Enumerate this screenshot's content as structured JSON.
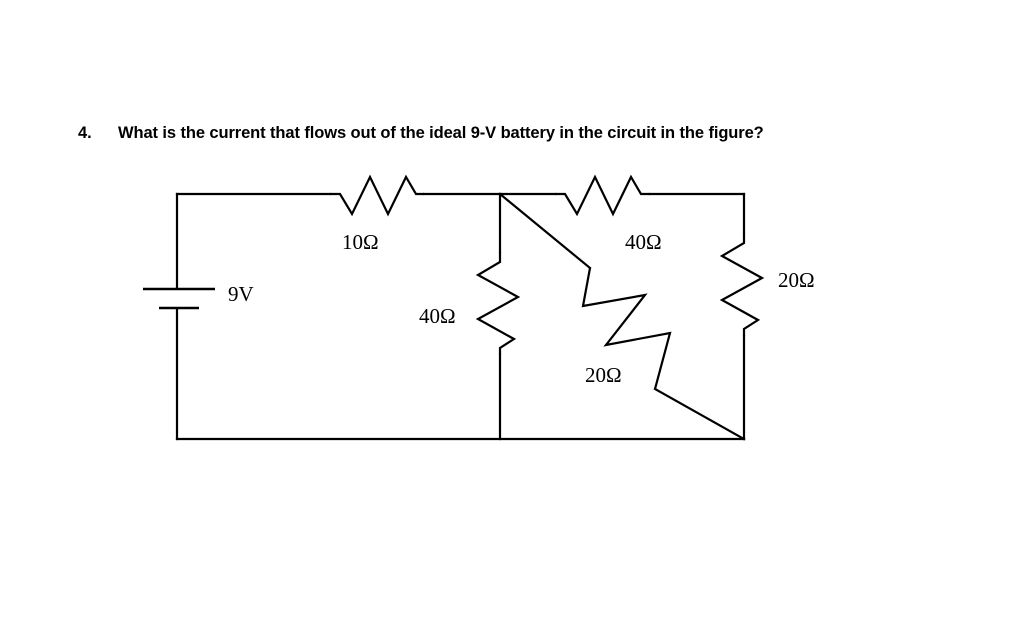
{
  "question": {
    "number": "4.",
    "text": "What is the current that flows out of the ideal 9-V battery in the circuit in the figure?"
  },
  "figure": {
    "name": "resistor-network-circuit",
    "source_label": "9V",
    "components": [
      {
        "id": "battery",
        "type": "battery",
        "label": "9V",
        "orientation": "vertical",
        "position": "left-branch"
      },
      {
        "id": "r-top-left",
        "type": "resistor",
        "label": "10Ω",
        "orientation": "horizontal",
        "position": "top-wire-left"
      },
      {
        "id": "r-middle",
        "type": "resistor",
        "label": "40Ω",
        "orientation": "vertical",
        "position": "middle-branch"
      },
      {
        "id": "r-top-right",
        "type": "resistor",
        "label": "40Ω",
        "orientation": "horizontal",
        "position": "top-wire-right"
      },
      {
        "id": "r-right",
        "type": "resistor",
        "label": "20Ω",
        "orientation": "vertical",
        "position": "right-branch"
      },
      {
        "id": "r-diagonal",
        "type": "resistor",
        "label": "20Ω",
        "orientation": "diagonal",
        "position": "center-diagonal"
      }
    ],
    "labels": {
      "battery": "9V",
      "top_left_resistor": "10Ω",
      "middle_resistor": "40Ω",
      "top_right_resistor": "40Ω",
      "right_resistor": "20Ω",
      "diagonal_resistor": "20Ω"
    },
    "colors": {
      "wire": "#000000",
      "background": "#ffffff",
      "text": "#000000"
    }
  }
}
